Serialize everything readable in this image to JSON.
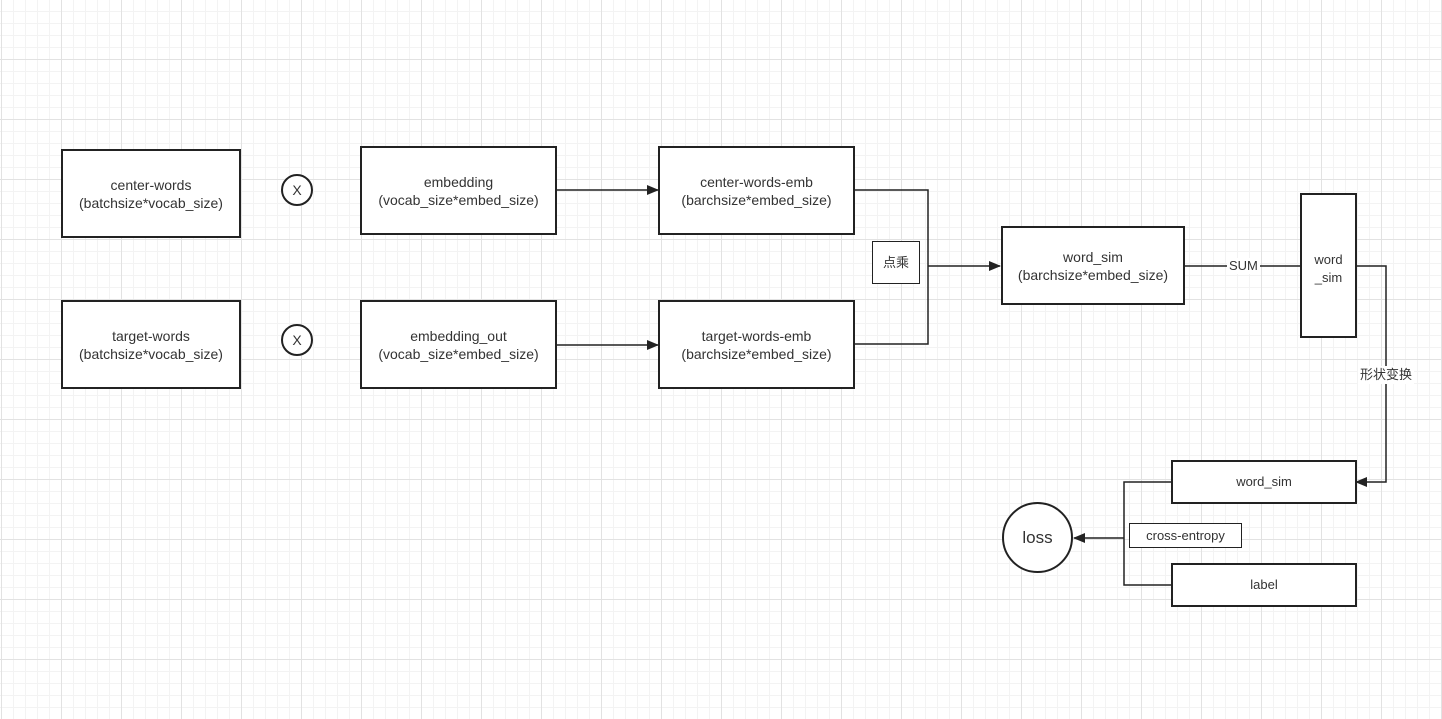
{
  "nodes": {
    "center_words": {
      "line1": "center-words",
      "line2": "(batchsize*vocab_size)"
    },
    "target_words": {
      "line1": "target-words",
      "line2": "(batchsize*vocab_size)"
    },
    "multiply_top": {
      "label": "X"
    },
    "multiply_bottom": {
      "label": "X"
    },
    "embedding": {
      "line1": "embedding",
      "line2": "(vocab_size*embed_size)"
    },
    "embedding_out": {
      "line1": "embedding_out",
      "line2": "(vocab_size*embed_size)"
    },
    "center_words_emb": {
      "line1": "center-words-emb",
      "line2": "(barchsize*embed_size)"
    },
    "target_words_emb": {
      "line1": "target-words-emb",
      "line2": "(barchsize*embed_size)"
    },
    "dot_product": {
      "label": "点乘"
    },
    "word_sim_mid": {
      "line1": "word_sim",
      "line2": "(barchsize*embed_size)"
    },
    "word_sim_tall": {
      "line1": "word",
      "line2": "_sim"
    },
    "word_sim_bottom": {
      "label": "word_sim"
    },
    "cross_entropy": {
      "label": "cross-entropy"
    },
    "label": {
      "label": "label"
    },
    "loss": {
      "label": "loss"
    }
  },
  "edge_labels": {
    "sum": "SUM",
    "reshape": "形状变换"
  },
  "colors": {
    "stroke": "#222222",
    "text": "#333333",
    "grid_major": "#e2e2e2",
    "grid_minor": "#f3f3f3",
    "background": "#ffffff"
  }
}
